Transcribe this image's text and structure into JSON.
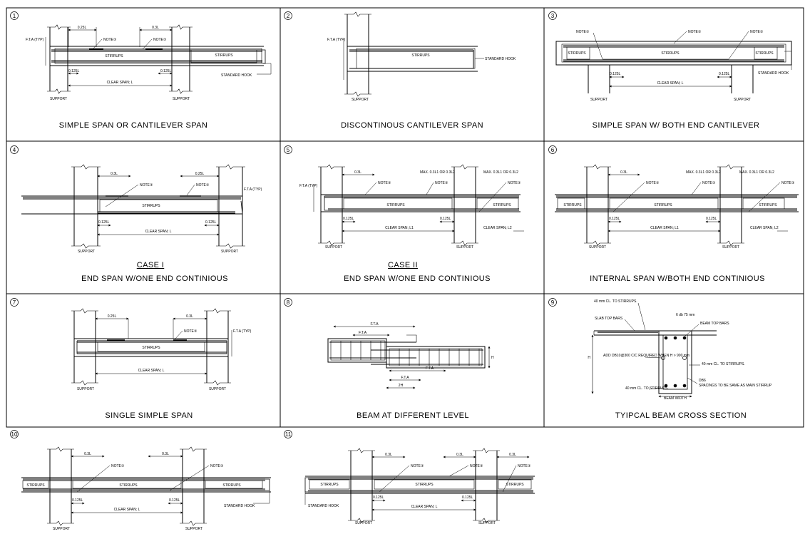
{
  "panels": [
    {
      "number": "1",
      "caption": "SIMPLE SPAN OR CANTILEVER SPAN",
      "case": ""
    },
    {
      "number": "2",
      "caption": "DISCONTINOUS CANTILEVER SPAN",
      "case": ""
    },
    {
      "number": "3",
      "caption": "SIMPLE SPAN W/ BOTH END CANTILEVER",
      "case": ""
    },
    {
      "number": "4",
      "caption": "END SPAN W/ONE END CONTINIOUS",
      "case": "CASE I"
    },
    {
      "number": "5",
      "caption": "END SPAN W/ONE END CONTINIOUS",
      "case": "CASE II"
    },
    {
      "number": "6",
      "caption": "INTERNAL SPAN W/BOTH END CONTINIOUS",
      "case": ""
    },
    {
      "number": "7",
      "caption": "SINGLE SIMPLE SPAN",
      "case": ""
    },
    {
      "number": "8",
      "caption": "BEAM AT DIFFERENT LEVEL",
      "case": ""
    },
    {
      "number": "9",
      "caption": "TYIPCAL BEAM CROSS SECTION",
      "case": ""
    },
    {
      "number": "10",
      "caption": "",
      "case": ""
    },
    {
      "number": "11",
      "caption": "",
      "case": ""
    }
  ],
  "labels": {
    "stirrups": "STIRRUPS",
    "support": "SUPPORT",
    "standard_hook": "STANDARD HOOK",
    "note3": "NOTE③",
    "fta_typ": "F.T.A (TYP)",
    "fta": "F.T.A",
    "clear_span_l": "CLEAR SPAN; L",
    "clear_span_l1": "CLEAR SPAN; L1",
    "clear_span_l2": "CLEAR SPAN; L2",
    "l03": "0.3L",
    "l025": "0.25L",
    "l0125": "0.125L",
    "max": "MAX. 0.3L1 OR 0.3L2",
    "two_h": "2H",
    "h": "H",
    "cover40": "40 mm CL. TO STIRRUPS.",
    "cover40b": "40 mm CL. TO STIRRUPS.",
    "cover40c": "40 mm CL. TO STIRRUPS.",
    "slab_top_bars": "SLAB TOP BARS",
    "beam_top_bars": "BEAM TOP BARS",
    "add_bars": "ADD DB10@300 C/C REQUIRED WHEN H > 900 mm",
    "db6": "DB6",
    "spacing_note": "SPACINGS TO BE SAME AS MAIN STIRRUP",
    "beam_width": "BEAM WIDTH",
    "six_db": "6 db 75 mm"
  }
}
